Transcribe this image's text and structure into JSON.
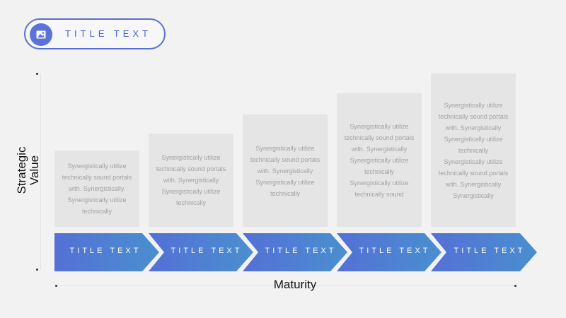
{
  "header": {
    "title": "TITLE TEXT",
    "icon": "image-icon"
  },
  "axes": {
    "y_label": "Strategic\nValue",
    "x_label": "Maturity"
  },
  "colors": {
    "arrow_start": "#5470d6",
    "arrow_end": "#4a8fcf",
    "accent": "#5a6fd0",
    "card_bg": "#e5e5e5",
    "card_text": "#a2a2a2"
  },
  "stages": [
    {
      "label": "TITLE TEXT",
      "text": "Synergistically utilize technically sound portals with. Synergistically. Synergistically utilize technically"
    },
    {
      "label": "TITLE TEXT",
      "text": "Synergistically utilize technically sound portals with. Synergistically Synergistically utilize technically"
    },
    {
      "label": "TITLE TEXT",
      "text": "Synergistically utilize technically sound portals with. Synergistically Synergistically utilize technically"
    },
    {
      "label": "TITLE TEXT",
      "text": "Synergistically utilize technically sound portals with. Synergistically Synergistically utilize technically Synergistically utilize technically sound"
    },
    {
      "label": "TITLE TEXT",
      "text": "Synergistically utilize technically sound portals with. Synergistically Synergistically utilize technically Synergistically utilize technically sound portals with. Synergistically Synergistically"
    }
  ]
}
